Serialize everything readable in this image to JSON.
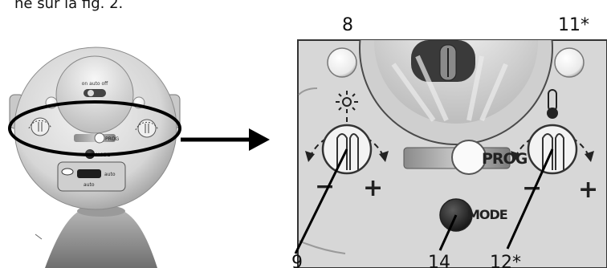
{
  "header": {
    "text": "ne sur la fig. 2."
  },
  "device_labels": {
    "switch_top": "on auto off",
    "prog": "PROG",
    "mode": "MODE",
    "mode_small": "MODE",
    "vent_top": "auto",
    "vent_bottom": "auto"
  },
  "callouts": {
    "c8": "8",
    "c11": "11*",
    "c9": "9",
    "c14": "14",
    "c12": "12*"
  },
  "colors": {
    "panel_bg": "#d9d9d9",
    "panel_border": "#444444",
    "dark_button": "#2a2a2a",
    "light_button": "#f4f4f4",
    "line": "#000000"
  }
}
